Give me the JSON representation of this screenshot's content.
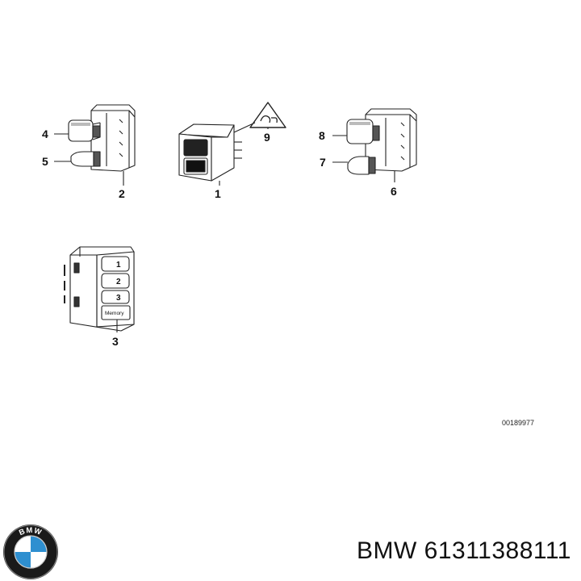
{
  "diagram": {
    "callouts": [
      "1",
      "2",
      "3",
      "4",
      "5",
      "6",
      "7",
      "8",
      "9"
    ],
    "memory_switch": {
      "buttons": [
        "1",
        "2",
        "3"
      ],
      "memory_label": "Memory"
    },
    "drawing_number": "00189977"
  },
  "footer": {
    "brand_ring_text": "BMW",
    "title": "BMW 61311388111"
  },
  "colors": {
    "line": "#222222",
    "background": "#ffffff",
    "logo_blue": "#2e8fd0"
  }
}
